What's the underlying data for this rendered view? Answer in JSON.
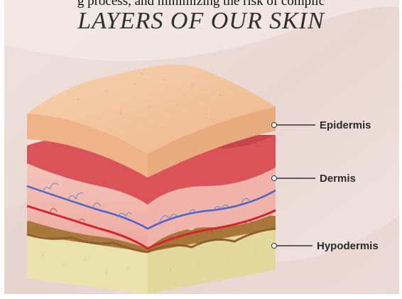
{
  "header": {
    "top_snippet": "g process, and minimizing the risk of complic",
    "title": "LAYERS OF OUR SKIN"
  },
  "labels": {
    "epidermis": "Epidermis",
    "dermis": "Dermis",
    "hypodermis": "Hypodermis"
  },
  "colors": {
    "background": "#ecdcd8",
    "epidermis": "#f2c49a",
    "dermis_top": "#d9545a",
    "dermis_body": "#f0b7ae",
    "vein": "#4a63c9",
    "artery": "#d4232b",
    "hypodermis_fat": "#a9783c",
    "hypodermis_base": "#efe9b9"
  }
}
